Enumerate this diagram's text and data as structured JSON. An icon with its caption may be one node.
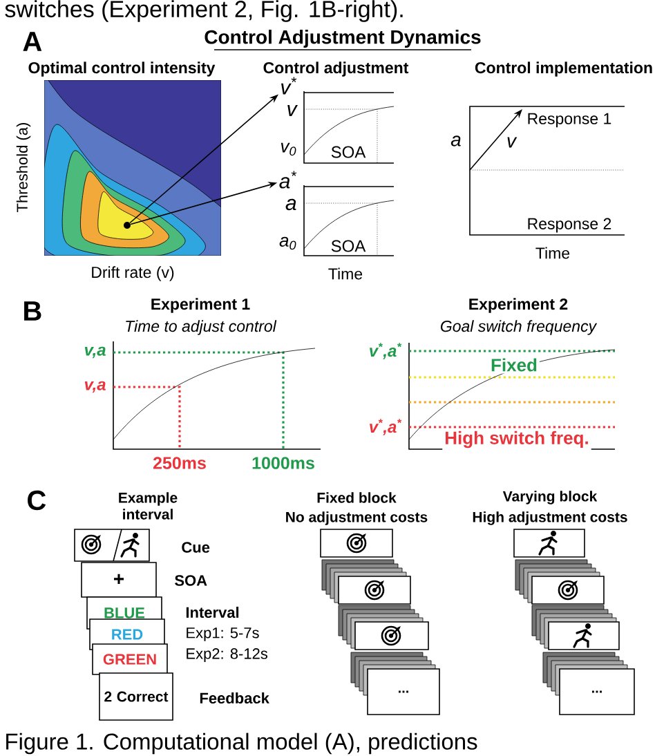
{
  "diagram": {
    "caption": "Figure 1. Computational model (A), predictions",
    "nodes": [
      {
        "text": [],
        "shape": "circle"
      },
      {
        "text": [
          "v$^{*}$"
        ]
      },
      {
        "text": [
          "a$^{*}$"
        ]
      },
      {
        "text": [],
        "shape": "box"
      },
      {
        "text": [
          "+"
        ]
      },
      {
        "text": [
          "BLUE"
        ]
      },
      {
        "text": [
          "RED"
        ]
      },
      {
        "text": [
          "GREEN"
        ]
      },
      {
        "text": [
          "2 Correct"
        ]
      },
      {
        "text": [],
        "shape": "box"
      },
      {
        "text": [],
        "shape": "box"
      },
      {
        "text": [],
        "shape": "box"
      },
      {
        "text": [
          "..."
        ]
      },
      {
        "text": [],
        "shape": "box"
      },
      {
        "text": [],
        "shape": "box"
      },
      {
        "text": [],
        "shape": "box"
      },
      {
        "text": [
          "..."
        ]
      }
    ],
    "edges": [
      {
        "from": 0,
        "to": 1,
        "arrow": "to"
      },
      {
        "from": 0,
        "to": 2,
        "arrow": "to"
      }
    ],
    "labels": [
      "switches (Experiment 2, Fig. 1B-right).",
      "A",
      "Control Adjustment Dynamics",
      "Optimal control intensity",
      "Control adjustment",
      "Control implementation",
      "Threshold (a)",
      "v",
      "v$_{0}$",
      "SOA",
      "a",
      "a$_{0}$",
      "SOA",
      "Drift rate (v)",
      "Time",
      "Response 1",
      "a",
      "v",
      "Response 2",
      "Time",
      "B",
      "Experiment 1",
      "Time to adjust control",
      "v,a",
      "v,a",
      "250ms",
      "1000ms",
      "Experiment 2",
      "Goal switch frequency",
      "v$^{*}$,a$^{*}$",
      "Fixed",
      "v$^{*}$,a$^{*}$",
      "High switch freq.",
      "C",
      "Example interval",
      "Cue",
      "SOA",
      "Interval",
      "Exp1: 5-7s",
      "Exp2: 8-12s",
      "Feedback",
      "Fixed block",
      "No adjustment costs",
      "Varying block",
      "High adjustment costs"
    ]
  }
}
